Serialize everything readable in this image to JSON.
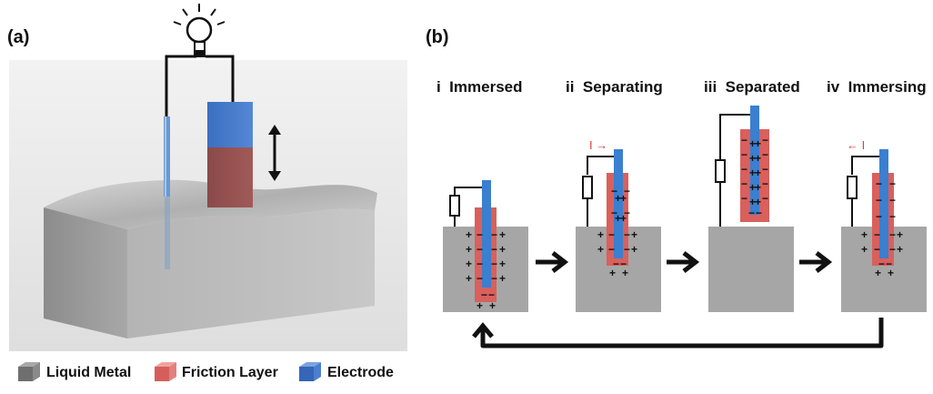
{
  "panel_a": {
    "letter": "(a)"
  },
  "panel_b": {
    "letter": "(b)"
  },
  "stages": [
    {
      "title": "i  Immersed"
    },
    {
      "title": "ii  Separating"
    },
    {
      "title": "iii  Separated"
    },
    {
      "title": "iv  Immersing"
    }
  ],
  "legend": [
    {
      "label": "Liquid Metal",
      "color": "#7a7a7a"
    },
    {
      "label": "Friction Layer",
      "color": "#e06a66"
    },
    {
      "label": "Electrode",
      "color": "#3f78c9"
    }
  ],
  "current_symbols": {
    "separating": "I →",
    "immersing": "← I"
  }
}
